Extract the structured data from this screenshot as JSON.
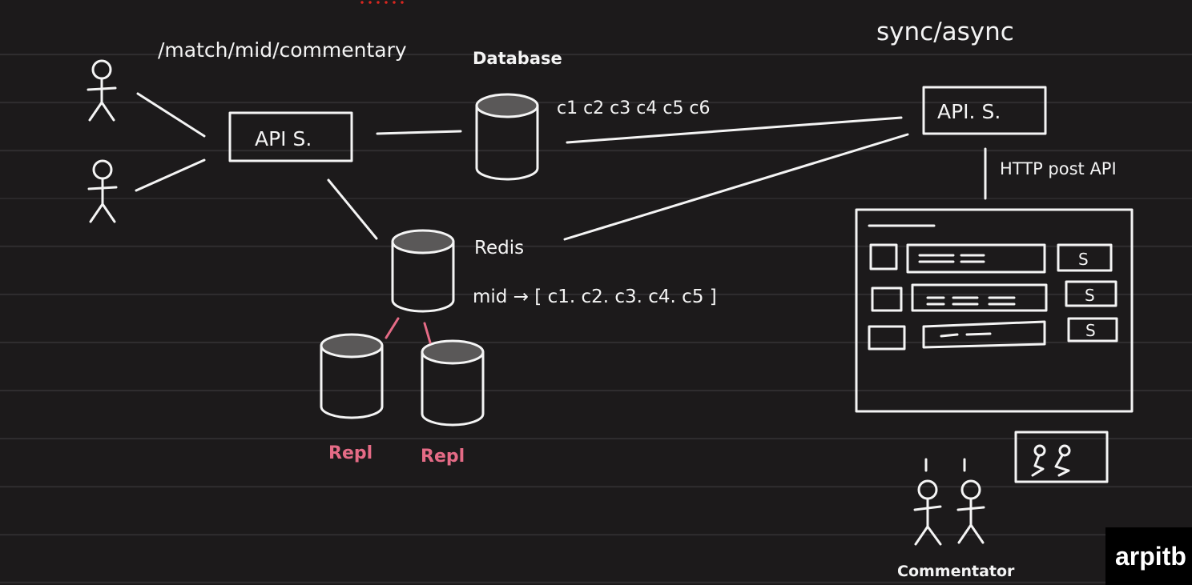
{
  "diagram": {
    "endpoint_label": "/match/mid/commentary",
    "api_service_left": "API S.",
    "database_label": "Database",
    "database_items": "c1 c2 c3 c4 c5 c6",
    "redis_label": "Redis",
    "redis_mapping": "mid → [ c1. c2. c3. c4. c5 ]",
    "replica_1": "Repl",
    "replica_2": "Repl",
    "sync_label": "sync/async",
    "api_service_right": "API. S.",
    "http_label": "HTTP post API",
    "row_buttons": [
      "S",
      "S",
      "S"
    ],
    "commentators_label": "Commentator"
  },
  "watermark": "arpitb",
  "colors": {
    "board": "#1c1a1b",
    "ink": "#f4f4f4",
    "replica_ink": "#e56b86"
  }
}
